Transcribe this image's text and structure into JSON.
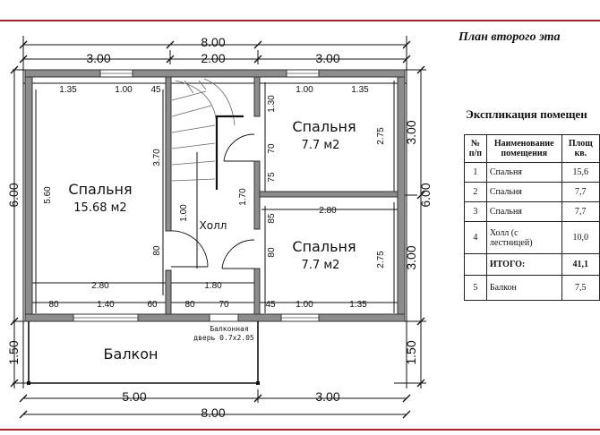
{
  "title": "План второго эта",
  "explication": {
    "title": "Экспликация помещен",
    "headers": [
      "№ п/п",
      "Наименование помещения",
      "Площ кв."
    ],
    "rows": [
      {
        "no": "1",
        "name": "Спальня",
        "area": "15,6"
      },
      {
        "no": "2",
        "name": "Спальня",
        "area": "7,7"
      },
      {
        "no": "3",
        "name": "Спальня",
        "area": "7,7"
      },
      {
        "no": "4",
        "name": "Холл (с лестницей)",
        "area": "10,0"
      },
      {
        "no": "",
        "name": "ИТОГО:",
        "area": "41,1"
      },
      {
        "no": "5",
        "name": "Балкон",
        "area": "7,5"
      }
    ]
  },
  "rooms": {
    "bedroom1": {
      "name": "Спальня",
      "area": "15.68 м2"
    },
    "bedroom2": {
      "name": "Спальня",
      "area": "7.7 м2"
    },
    "bedroom3": {
      "name": "Спальня",
      "area": "7.7 м2"
    },
    "hall": {
      "name": "Холл"
    },
    "balcony": {
      "name": "Балкон"
    },
    "balcony_door": {
      "line1": "Балконная",
      "line2": "дверь 0.7х2.05"
    }
  },
  "dimensions": {
    "top_total": "8.00",
    "top_segments": [
      "3.00",
      "2.00",
      "3.00"
    ],
    "top_inner": [
      "1.35",
      "1.00",
      "45",
      "1.00",
      "1.35"
    ],
    "left_total": "6.00",
    "left_balcony": "1.50",
    "right_total": "6.00",
    "right_segments": [
      "3.00",
      "3.00"
    ],
    "right_balcony": "1.50",
    "bottom_segments": [
      "5.00",
      "3.00"
    ],
    "bottom_total": "8.00",
    "bottom_inner": [
      "80",
      "1.40",
      "60",
      "80",
      "70",
      "45",
      "1.00",
      "1.35"
    ],
    "bedroom1_height": "5.60",
    "bedroom1_width": "2.80",
    "hall_width": "1.80",
    "stair_height": "3.70",
    "hall_wall_segment": "1.70",
    "hall_door_gap": "1.00",
    "hall_door_left": "80",
    "upper_room_height": "2.75",
    "lower_room_height": "2.75",
    "lower_room_width": "2.80",
    "upper_window_side": "1.30",
    "door_upper": "70",
    "door_upper_side": "75",
    "door_lower_side": "85",
    "door_lower": "80"
  }
}
